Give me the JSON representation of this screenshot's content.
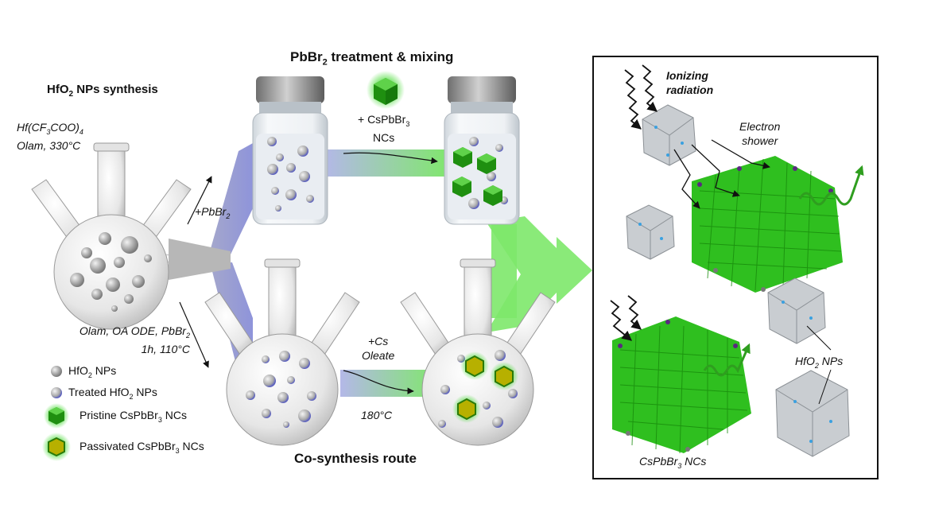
{
  "titles": {
    "synthesis_pre": "HfO",
    "synthesis_sub": "2",
    "synthesis_post": " NPs synthesis",
    "treatment_pre": "PbBr",
    "treatment_sub": "2",
    "treatment_post": " treatment & mixing",
    "cosynthesis": "Co-synthesis route"
  },
  "reagents": {
    "hf_line1_a": "Hf(CF",
    "hf_line1_b": "3",
    "hf_line1_c": "COO)",
    "hf_line1_d": "4",
    "hf_line2": "Olam, 330°C",
    "pbbr2_a": "+PbBr",
    "pbbr2_b": "2",
    "cspbbr3_a": "+ CsPbBr",
    "cspbbr3_b": "3",
    "cspbbr3_line2": "NCs",
    "olam_a": "Olam, OA ODE, PbBr",
    "olam_b": "2",
    "olam_line2": "1h, 110°C",
    "cs_line1": "+Cs",
    "cs_line2": "Oleate",
    "temp": "180°C"
  },
  "legend": {
    "hfo2_a": "HfO",
    "hfo2_b": "2",
    "hfo2_c": " NPs",
    "treated_a": "Treated HfO",
    "treated_b": "2",
    "treated_c": " NPs",
    "pristine_a": "Pristine CsPbBr",
    "pristine_b": "3",
    "pristine_c": " NCs",
    "passivated_a": "Passivated CsPbBr",
    "passivated_b": "3",
    "passivated_c": " NCs"
  },
  "panel": {
    "ionizing_line1": "Ionizing",
    "ionizing_line2": "radiation",
    "electron_line1": "Electron",
    "electron_line2": "shower",
    "hfo2_a": "HfO",
    "hfo2_b": "2",
    "hfo2_c": " NPs",
    "cspbbr3_a": "CsPbBr",
    "cspbbr3_b": "3",
    "cspbbr3_c": " NCs"
  },
  "colors": {
    "perovskite_green": "#2fbf1f",
    "treated_ring": "#6a6fd0",
    "flask_gray": "#d8d8d8",
    "arrow_green": "#7be06a",
    "arrow_blue": "#8a8fd8"
  }
}
